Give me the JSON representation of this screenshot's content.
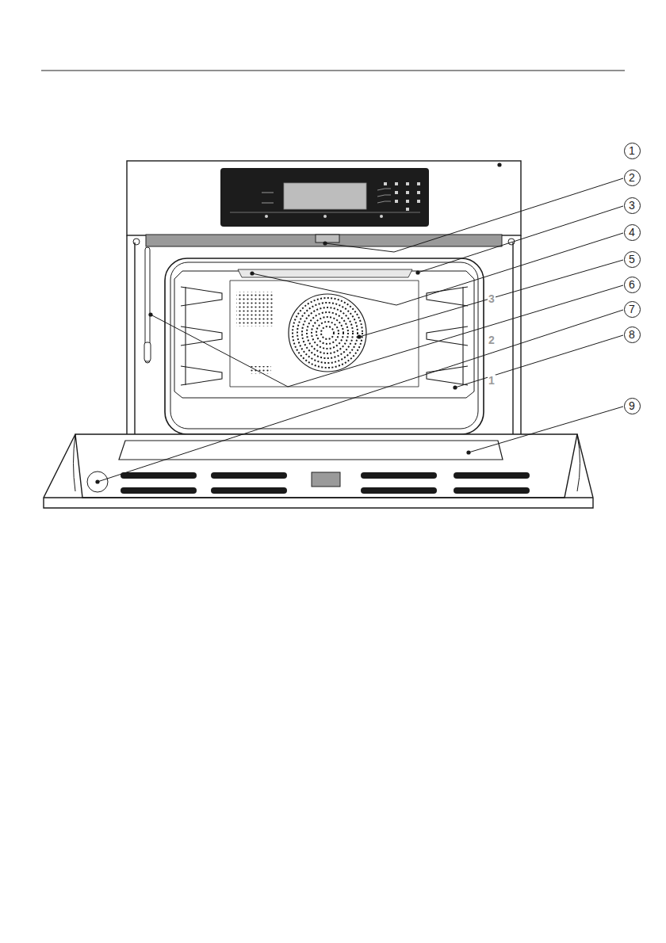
{
  "diagram": {
    "nodes": [
      {
        "text": [
          "1"
        ]
      },
      {
        "text": [
          "2"
        ]
      },
      {
        "text": [
          "3"
        ]
      },
      {
        "text": [
          "4"
        ]
      },
      {
        "text": [
          "5"
        ]
      },
      {
        "text": [
          "6"
        ]
      },
      {
        "text": [
          "7"
        ]
      },
      {
        "text": [
          "8"
        ]
      },
      {
        "text": [
          "9"
        ]
      }
    ],
    "labels": [
      "3",
      "2",
      "1"
    ]
  }
}
